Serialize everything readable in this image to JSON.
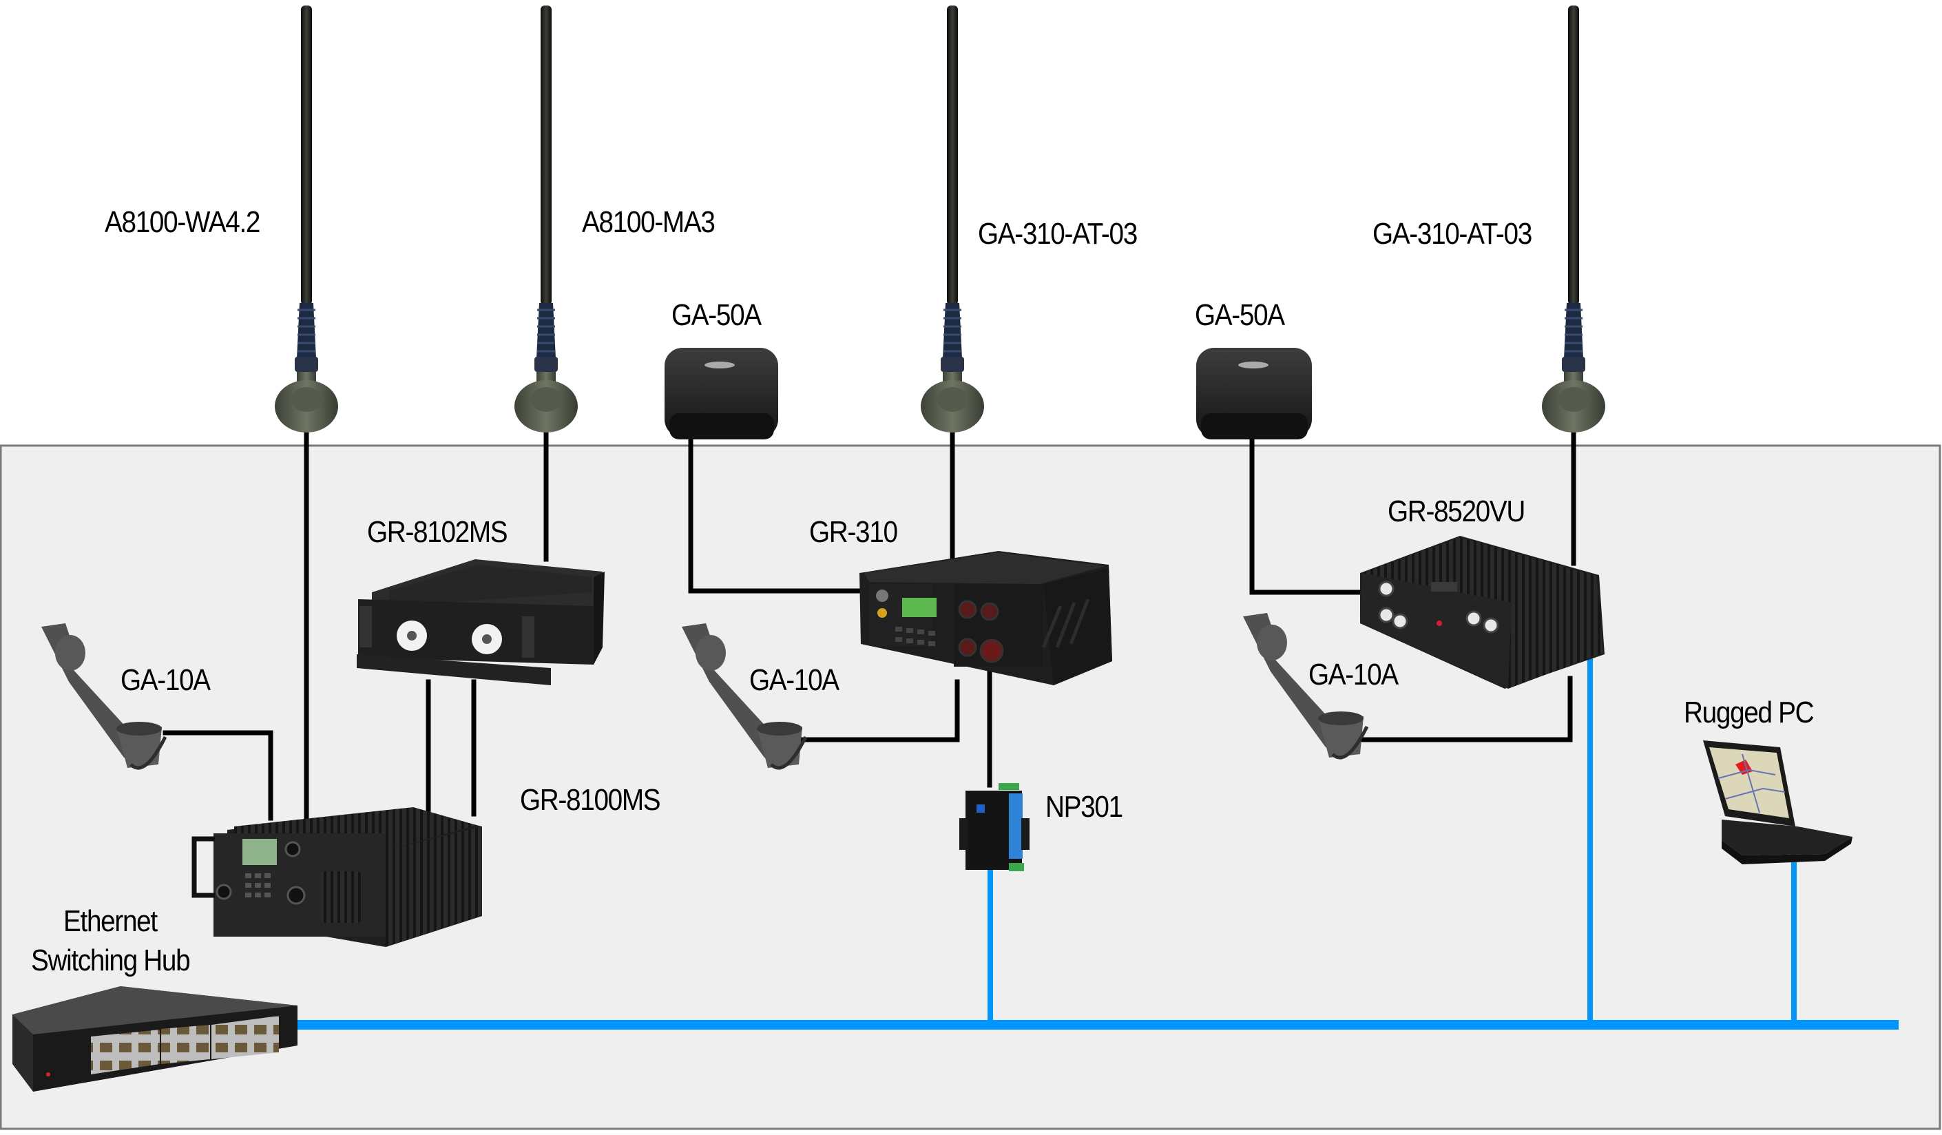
{
  "diagram": {
    "title": "Radio network system diagram",
    "colors": {
      "panel_bg": "#efefef",
      "panel_border": "#7a7a7a",
      "rf_wire": "#000000",
      "ethernet_bus": "#0095ff",
      "device_body": "#2b2b2b",
      "antenna_base": "#4f5648",
      "antenna_coil": "#1d2a44"
    },
    "antennas": [
      {
        "id": "ant1",
        "label": "A8100-WA4.2",
        "type": "whip-antenna",
        "connects_to": "GR-8100MS"
      },
      {
        "id": "ant2",
        "label": "A8100-MA3",
        "type": "whip-antenna",
        "connects_to": "GR-8102MS"
      },
      {
        "id": "ant3",
        "label": "GA-310-AT-03",
        "type": "whip-antenna",
        "connects_to": "GR-310"
      },
      {
        "id": "ant4",
        "label": "GA-310-AT-03",
        "type": "whip-antenna",
        "connects_to": "GR-8520VU"
      }
    ],
    "gps_antennas": [
      {
        "id": "gps1",
        "label": "GA-50A",
        "type": "puck-antenna",
        "connects_to": "GR-310"
      },
      {
        "id": "gps2",
        "label": "GA-50A",
        "type": "puck-antenna",
        "connects_to": "GR-8520VU"
      }
    ],
    "devices": [
      {
        "id": "gr8102ms",
        "label": "GR-8102MS",
        "type": "amplifier-box"
      },
      {
        "id": "gr8100ms",
        "label": "GR-8100MS",
        "type": "radio"
      },
      {
        "id": "gr310",
        "label": "GR-310",
        "type": "radio"
      },
      {
        "id": "gr8520vu",
        "label": "GR-8520VU",
        "type": "radio"
      },
      {
        "id": "np301",
        "label": "NP301",
        "type": "serial-server"
      },
      {
        "id": "hub",
        "label_line1": "Ethernet",
        "label_line2": "Switching Hub",
        "type": "ethernet-switch"
      },
      {
        "id": "pc",
        "label": "Rugged PC",
        "type": "rugged-laptop"
      }
    ],
    "handsets": [
      {
        "id": "hs1",
        "label": "GA-10A",
        "connects_to": "GR-8100MS"
      },
      {
        "id": "hs2",
        "label": "GA-10A",
        "connects_to": "GR-310"
      },
      {
        "id": "hs3",
        "label": "GA-10A",
        "connects_to": "GR-8520VU"
      }
    ],
    "links": {
      "rf": [
        [
          "A8100-WA4.2",
          "GR-8100MS"
        ],
        [
          "A8100-MA3",
          "GR-8102MS"
        ],
        [
          "GR-8102MS",
          "GR-8100MS"
        ],
        [
          "GA-50A",
          "GR-310"
        ],
        [
          "GA-310-AT-03",
          "GR-310"
        ],
        [
          "GA-10A",
          "GR-310"
        ],
        [
          "GR-310",
          "NP301"
        ],
        [
          "GA-50A",
          "GR-8520VU"
        ],
        [
          "GA-310-AT-03",
          "GR-8520VU"
        ],
        [
          "GA-10A",
          "GR-8520VU"
        ],
        [
          "GA-10A",
          "GR-8100MS"
        ]
      ],
      "ethernet": [
        "Ethernet Switching Hub",
        "NP301",
        "GR-8520VU",
        "Rugged PC"
      ]
    }
  }
}
